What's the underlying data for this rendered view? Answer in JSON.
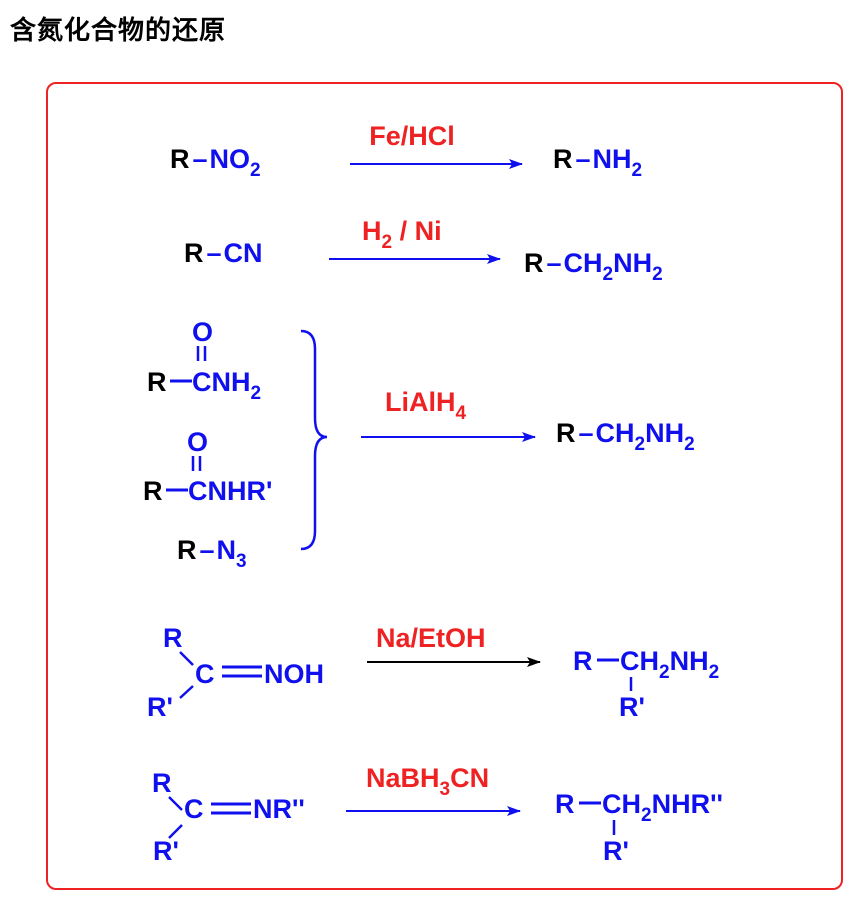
{
  "title": "含氮化合物的还原",
  "colors": {
    "black": "#000000",
    "blue": "#1010ee",
    "red": "#ee2222"
  },
  "reactions": [
    {
      "reagent": [
        "Fe/HCl"
      ],
      "reactant": [
        [
          "R",
          "–",
          "NO",
          "2"
        ]
      ],
      "product": [
        "R",
        "–",
        "NH",
        "2"
      ]
    },
    {
      "reagent": [
        "H",
        "2",
        " / Ni"
      ],
      "reactant": [
        [
          "R",
          "–",
          "CN"
        ]
      ],
      "product": [
        "R",
        "–",
        "CH",
        "2",
        "NH",
        "2"
      ]
    },
    {
      "reagent": [
        "LiAlH",
        "4"
      ],
      "reactant": [
        [
          "O",
          "R",
          "C",
          "NH",
          "2"
        ],
        [
          "O",
          "R",
          "C",
          "NHR'"
        ],
        [
          "R",
          "–",
          "N",
          "3"
        ]
      ],
      "product": [
        "R",
        "–",
        "CH",
        "2",
        "NH",
        "2"
      ]
    },
    {
      "reagent": [
        "Na/EtOH"
      ],
      "reactant": [
        [
          "R",
          "C",
          "NOH",
          "R'"
        ]
      ],
      "product": [
        "R",
        "CH",
        "2",
        "NH",
        "2",
        "R'"
      ]
    },
    {
      "reagent": [
        "NaBH",
        "3",
        "CN"
      ],
      "reactant": [
        [
          "R",
          "C",
          "NR''",
          "R'"
        ]
      ],
      "product": [
        "R",
        "CH",
        "2",
        "NHR''",
        "R'"
      ]
    }
  ]
}
